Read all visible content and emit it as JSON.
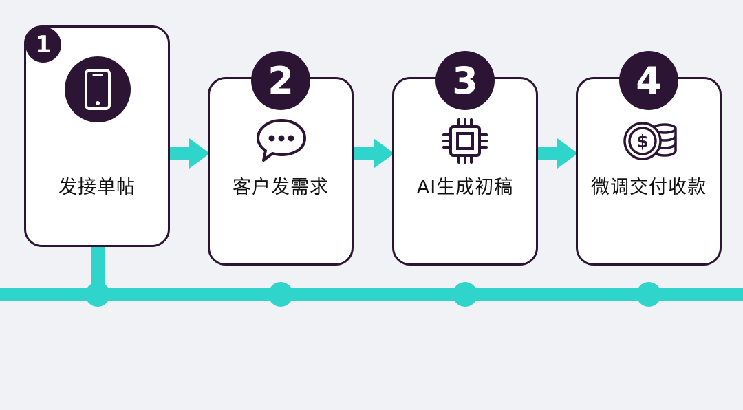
{
  "steps": [
    {
      "number": "1",
      "label": "发接单帖",
      "icon": "smartphone-icon"
    },
    {
      "number": "2",
      "label": "客户发需求",
      "icon": "chat-bubble-icon"
    },
    {
      "number": "3",
      "label": "AI生成初稿",
      "icon": "cpu-chip-icon"
    },
    {
      "number": "4",
      "label": "微调交付收款",
      "icon": "coins-dollar-icon"
    }
  ],
  "colors": {
    "accent": "#2fd5cb",
    "dark": "#2b1434",
    "card": "#ffffff",
    "background": "#f1f2f5"
  }
}
